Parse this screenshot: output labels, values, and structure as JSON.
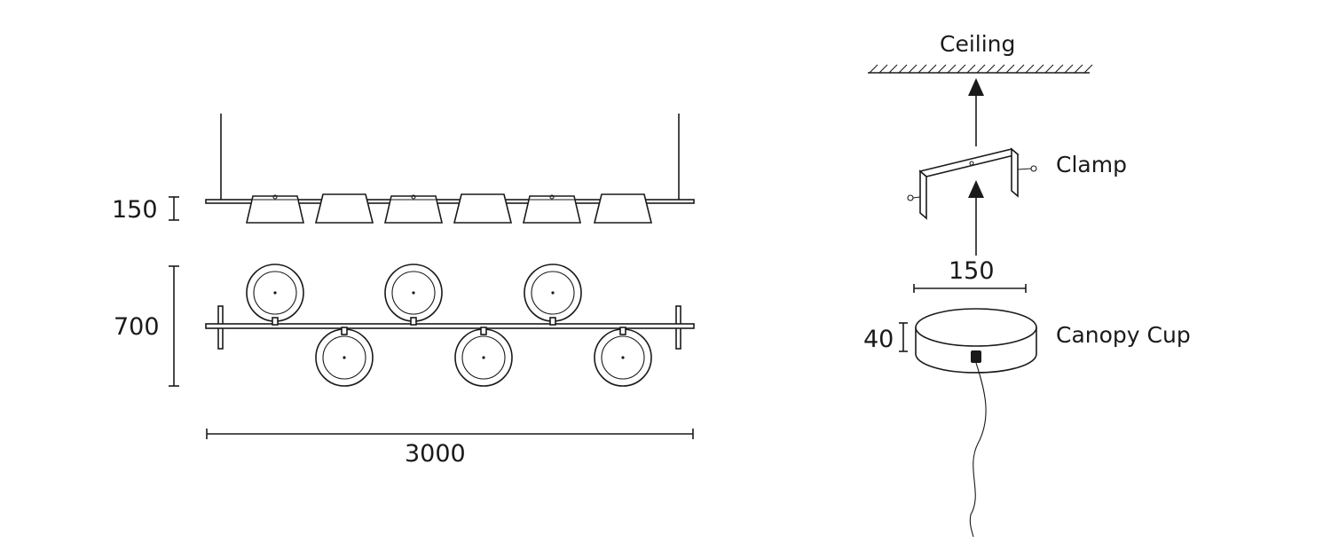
{
  "front_view": {
    "height_label": "150"
  },
  "top_view": {
    "depth_label": "700",
    "length_label": "3000"
  },
  "installation": {
    "ceiling_label": "Ceiling",
    "clamp_label": "Clamp",
    "clamp_width_label": "150",
    "canopy_height_label": "40",
    "canopy_label": "Canopy Cup"
  }
}
